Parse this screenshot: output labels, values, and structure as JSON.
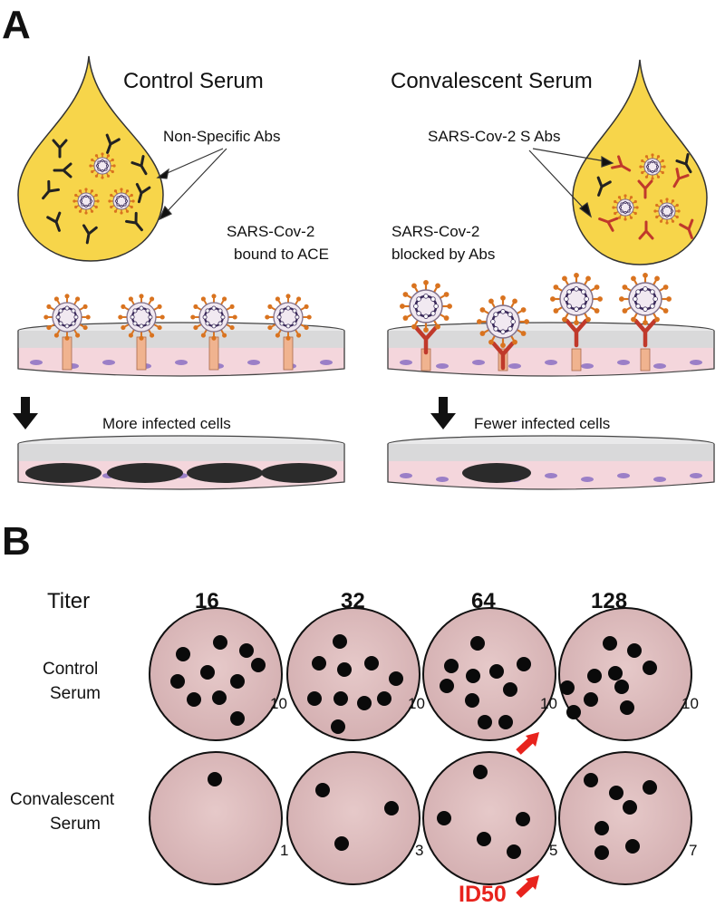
{
  "panel_a": {
    "letter": "A",
    "left": {
      "title": "Control Serum",
      "antibody_label": "Non-Specific Abs",
      "plate_label": [
        "SARS-Cov-2",
        "bound to ACE"
      ],
      "result_label": "More infected cells"
    },
    "right": {
      "title": "Convalescent Serum",
      "antibody_label": "SARS-Cov-2 S Abs",
      "plate_label": [
        "SARS-Cov-2",
        "blocked by Abs"
      ],
      "result_label": "Fewer infected cells"
    }
  },
  "panel_b": {
    "letter": "B",
    "titer_label": "Titer",
    "titers": [
      "16",
      "32",
      "64",
      "128"
    ],
    "rows": [
      {
        "label": [
          "Control",
          "Serum"
        ],
        "counts": [
          "10",
          "10",
          "10",
          "10"
        ]
      },
      {
        "label": [
          "Convalescent",
          "Serum"
        ],
        "counts": [
          "1",
          "3",
          "5",
          "7"
        ]
      }
    ],
    "id50_label": "ID50"
  },
  "colors": {
    "serum_yellow": "#f7d54a",
    "virus_orange": "#d9731f",
    "antibody_red": "#c0392b",
    "cell_pink": "#f4d6dc",
    "cell_purple": "#9b7fc7",
    "well_pink": "#d9b6b8",
    "id50_red": "#e8231d"
  }
}
